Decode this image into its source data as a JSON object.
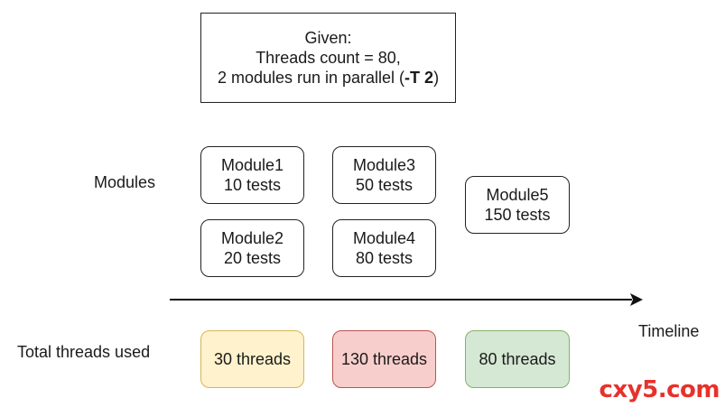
{
  "given": {
    "line1": "Given:",
    "line2": "Threads count = 80,",
    "line3_prefix": "2 modules run in parallel (",
    "line3_bold": "-T 2",
    "line3_suffix": ")"
  },
  "labels": {
    "modules": "Modules",
    "timeline": "Timeline",
    "total_threads": "Total threads used"
  },
  "modules": [
    {
      "name": "Module1",
      "tests": "10 tests"
    },
    {
      "name": "Module2",
      "tests": "20 tests"
    },
    {
      "name": "Module3",
      "tests": "50 tests"
    },
    {
      "name": "Module4",
      "tests": "80 tests"
    },
    {
      "name": "Module5",
      "tests": "150 tests"
    }
  ],
  "threads": [
    {
      "label": "30 threads",
      "fill": "#fff2cc",
      "border": "#d6b656"
    },
    {
      "label": "130 threads",
      "fill": "#f8cecc",
      "border": "#b85450"
    },
    {
      "label": "80 threads",
      "fill": "#d5e8d4",
      "border": "#82b366"
    }
  ],
  "watermark": "cxy5.com"
}
